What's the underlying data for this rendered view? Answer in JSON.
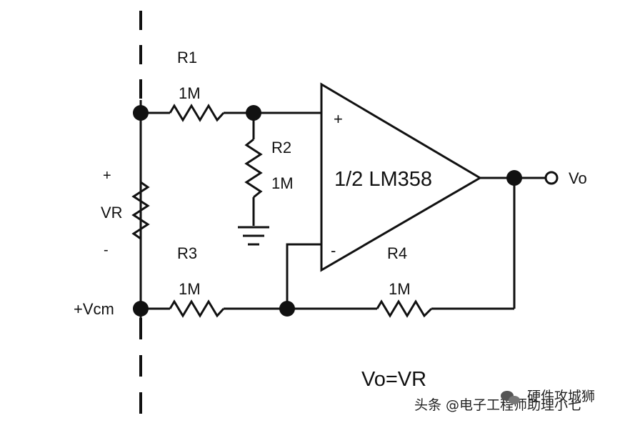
{
  "colors": {
    "ink": "#111111",
    "background": "#ffffff",
    "watermark": "#222222"
  },
  "diagram": {
    "r1": {
      "name": "R1",
      "value": "1M"
    },
    "r2": {
      "name": "R2",
      "value": "1M"
    },
    "r3": {
      "name": "R3",
      "value": "1M"
    },
    "r4": {
      "name": "R4",
      "value": "1M"
    },
    "vr": {
      "name": "VR",
      "plus": "+",
      "minus": "-"
    },
    "opamp": {
      "label": "1/2 LM358",
      "plus": "+",
      "minus": "-"
    },
    "vcm_label": "+Vcm",
    "output_label": "Vo",
    "equation": "Vo=VR"
  },
  "watermark": {
    "prefix": "头条 @电子工程师助理小七",
    "overlay": "硬件攻城狮",
    "icon": "wechat-icon"
  }
}
